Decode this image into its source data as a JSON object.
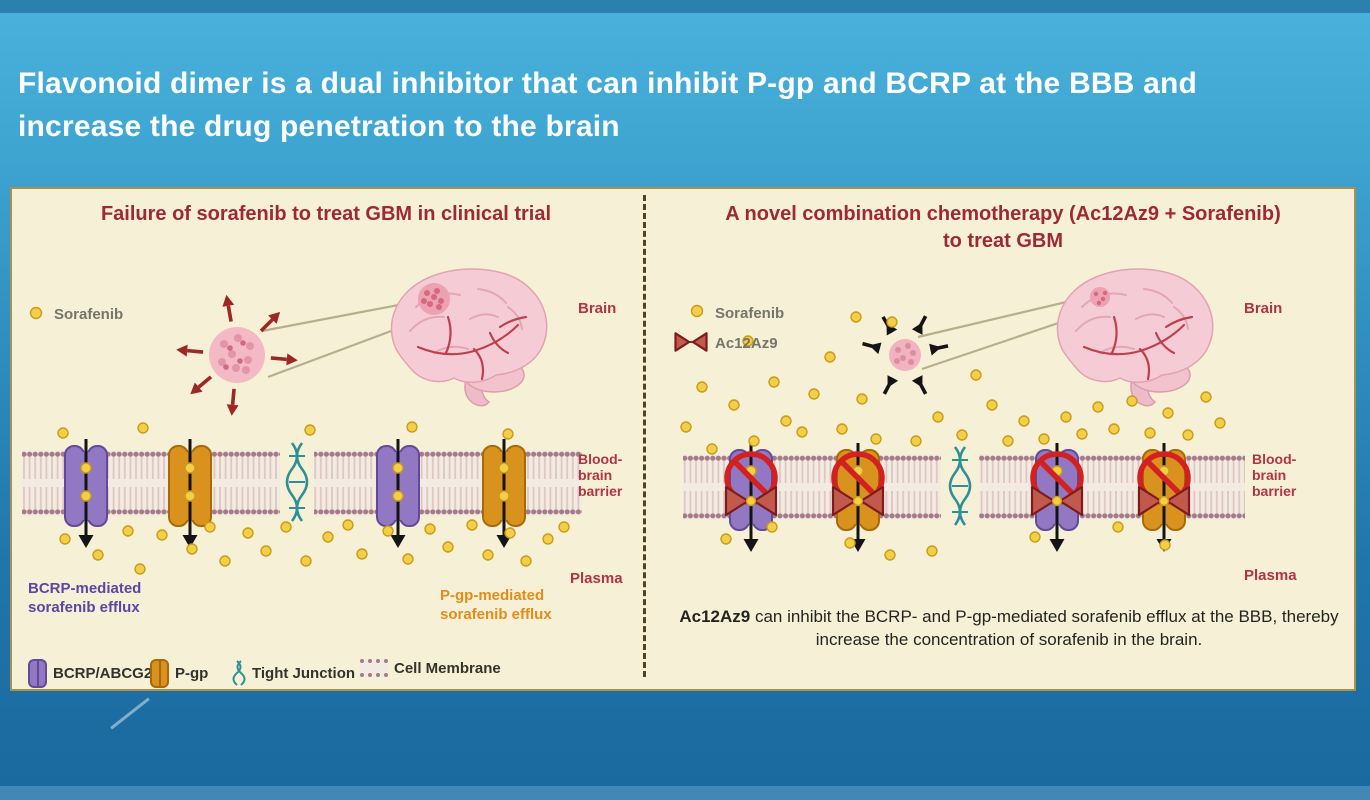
{
  "slide": {
    "title_lines": [
      "Flavonoid dimer is a dual inhibitor that can inhibit P-gp and BCRP at the BBB and",
      "increase the drug penetration to the brain"
    ]
  },
  "left_panel": {
    "title": "Failure of sorafenib to treat GBM in clinical trial",
    "sorafenib_label": "Sorafenib",
    "brain_label": "Brain",
    "bbb_label_lines": [
      "Blood-",
      "brain",
      "barrier"
    ],
    "bcrp_efflux_lines": [
      "BCRP-mediated",
      "sorafenib efflux"
    ],
    "pgp_efflux_lines": [
      "P-gp-mediated",
      "sorafenib efflux"
    ],
    "plasma_label": "Plasma",
    "legend": {
      "bcrp": "BCRP/ABCG2",
      "pgp": "P-gp",
      "tight_junction": "Tight Junction",
      "cell_membrane": "Cell Membrane"
    }
  },
  "right_panel": {
    "title_line1": "A novel combination chemotherapy (Ac12Az9 + Sorafenib)",
    "title_line2": "to treat GBM",
    "sorafenib_label": "Sorafenib",
    "ac12az9_label": "Ac12Az9",
    "brain_label": "Brain",
    "bbb_label_lines": [
      "Blood-",
      "brain",
      "barrier"
    ],
    "plasma_label": "Plasma",
    "caption_bold": "Ac12Az9",
    "caption_rest": " can inhibit the BCRP- and P-gp-mediated sorafenib efflux at the BBB, thereby increase the concentration of sorafenib in the brain."
  },
  "colors": {
    "slide_bg_top": "#4db5de",
    "slide_bg_bottom": "#18679d",
    "panel_bg": "#f6f1d6",
    "panel_border": "#a8914d",
    "heading_red": "#9e2836",
    "label_red": "#b13441",
    "bcrp_purple": "#9277c2",
    "pgp_orange": "#d8921d",
    "sorafenib_yellow": "#f2cf46",
    "inhibitor_red": "#c15a4d",
    "tight_junction_teal": "#2e8f96"
  }
}
